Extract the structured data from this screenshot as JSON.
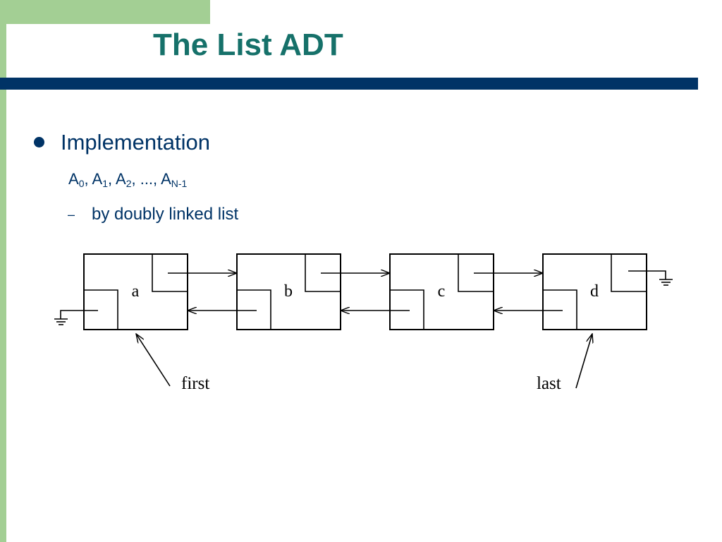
{
  "slide": {
    "title": "The List ADT",
    "bullet": "Implementation",
    "sequence": {
      "items": [
        {
          "base": "A",
          "sub": "0",
          "sep": ", "
        },
        {
          "base": "A",
          "sub": "1",
          "sep": ", "
        },
        {
          "base": "A",
          "sub": "2",
          "sep": ", ..., "
        },
        {
          "base": "A",
          "sub": "N-1",
          "sep": ""
        }
      ]
    },
    "sub_bullet_marker": "–",
    "sub_bullet": "by doubly linked list"
  },
  "diagram": {
    "nodes": [
      "a",
      "b",
      "c",
      "d"
    ],
    "pointer_labels": {
      "first": "first",
      "last": "last"
    }
  },
  "colors": {
    "title": "#16716a",
    "text": "#003366",
    "bar": "#003366",
    "accent_green": "#a3cf94"
  }
}
